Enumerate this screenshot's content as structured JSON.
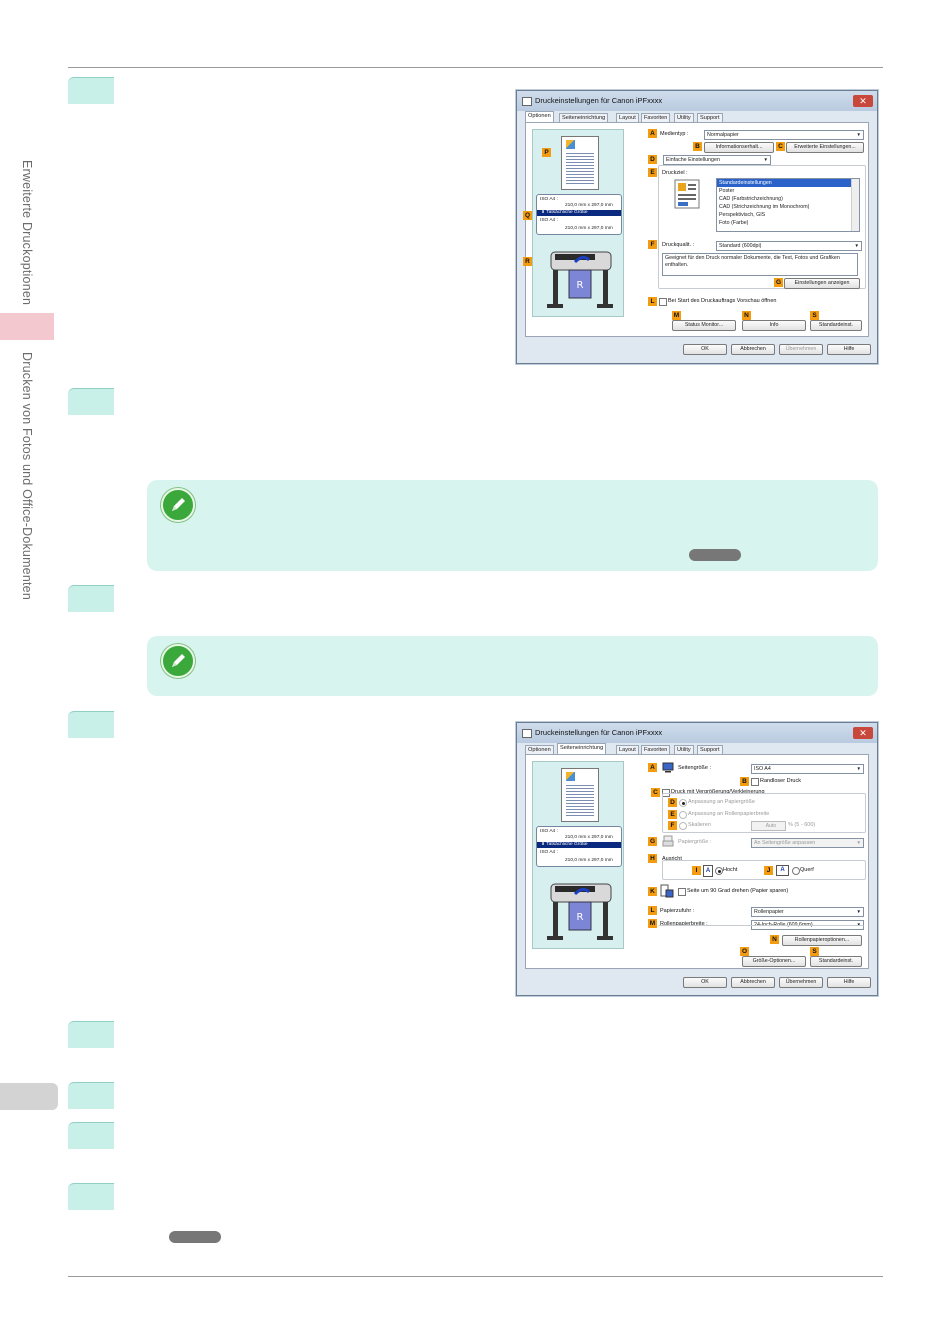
{
  "sidebar": {
    "chapter": "Erweiterte Druckoptionen",
    "section": "Drucken von Fotos und Office-Dokumenten"
  },
  "dialog1": {
    "title": "Druckeinstellungen für Canon iPFxxxx",
    "close": "✕",
    "tabs": [
      "Optionen",
      "Seiteneinrichtung",
      "Layout",
      "Favoriten",
      "Utility",
      "Support"
    ],
    "preview": {
      "size_top": "ISO A4 :",
      "dim_top": "210,0 mm x 297,0 mm",
      "actual": "Tatsächliche Größe",
      "size_bottom": "ISO A4 :",
      "dim_bottom": "210,0 mm x 297,0 mm"
    },
    "labels": {
      "P": "P",
      "Q": "Q",
      "R": "R",
      "A": "A",
      "B": "B",
      "C": "C",
      "D": "D",
      "E": "E",
      "F": "F",
      "G": "G",
      "L": "L",
      "M": "M",
      "N": "N",
      "S": "S"
    },
    "medientyp_label": "Medientyp :",
    "medientyp_value": "Normalpapier",
    "info_button": "Informationserhalt...",
    "erweitert_button": "Erweiterte Einstellungen...",
    "einfache": "Einfache Einstellungen",
    "druckziel_label": "Druckziel :",
    "druckziel_items": [
      "Standardeinstellungen",
      "Poster",
      "CAD (Farbstrichzeichnung)",
      "CAD (Strichzeichnung im Monochrom)",
      "Perspektivisch, GIS",
      "Foto (Farbe)"
    ],
    "druckqualitaet_label": "Druckqualit. :",
    "druckqualitaet_value": "Standard (600dpi)",
    "description": "Geeignet für den Druck normaler Dokumente, die Text, Fotos und Grafiken enthalten.",
    "einstellungen_anzeigen": "Einstellungen anzeigen",
    "vorschau_label": "Bei Start des Druckauftrags Vorschau öffnen",
    "status_monitor": "Status Monitor...",
    "info": "Info",
    "standard": "Standardeinst.",
    "ok": "OK",
    "abbrechen": "Abbrechen",
    "uebernehmen": "Übernehmen",
    "hilfe": "Hilfe"
  },
  "dialog2": {
    "title": "Druckeinstellungen für Canon iPFxxxx",
    "close": "✕",
    "tabs": [
      "Optionen",
      "Seiteneinrichtung",
      "Layout",
      "Favoriten",
      "Utility",
      "Support"
    ],
    "preview": {
      "size_top": "ISO A4 :",
      "dim_top": "210,0 mm x 297,0 mm",
      "actual": "Tatsächliche Größe",
      "size_bottom": "ISO A4 :",
      "dim_bottom": "210,0 mm x 297,0 mm"
    },
    "labels": {
      "A": "A",
      "B": "B",
      "C": "C",
      "D": "D",
      "E": "E",
      "F": "F",
      "G": "G",
      "H": "H",
      "I": "I",
      "J": "J",
      "K": "K",
      "L": "L",
      "M": "M",
      "N": "N",
      "O": "O",
      "S": "S"
    },
    "seitengroesse_label": "Seitengröße :",
    "seitengroesse_value": "ISO A4",
    "randlos": "Randloser Druck",
    "vergroesserung": "Druck mit Vergrößerung/Verkleinerung",
    "anpassung_papier": "Anpassung an Papiergröße",
    "anpassung_rolle": "Anpassung an Rollenpapierbreite",
    "skalieren": "Skalieren",
    "skalieren_value": "Auto",
    "skalieren_range": "% (5 - 600)",
    "papiergroesse_label": "Papiergröße :",
    "papiergroesse_value": "An Seitengröße anpassen",
    "ausricht": "Ausricht",
    "hoch": "Hocht",
    "quer": "Querf",
    "drehen": "Seite um 90 Grad drehen (Papier sparen)",
    "papierzufuhr_label": "Papierzufuhr :",
    "papierzufuhr_value": "Rollenpapier",
    "rollenbreite_label": "Rollenpapierbreite :",
    "rollenbreite_value": "24-Inch-Rolle (609,6mm)",
    "rollenoptionen": "Rollenpapieroptionen...",
    "groesse_optionen": "Größe-Optionen...",
    "standard": "Standardeinst.",
    "ok": "OK",
    "abbrechen": "Abbrechen",
    "uebernehmen": "Übernehmen",
    "hilfe": "Hilfe"
  },
  "colors": {
    "accent_label": "#f39c12",
    "step_box": "#c9efe9",
    "note_bg": "#d8f4ee",
    "side_tab": "#f3c9cf"
  }
}
